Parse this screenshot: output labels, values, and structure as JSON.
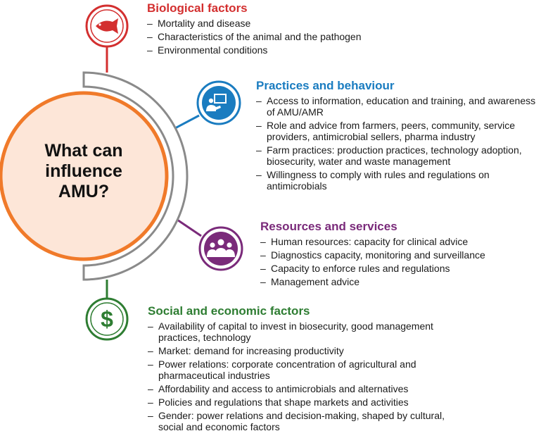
{
  "center": {
    "line1": "What can",
    "line2": "influence",
    "line3": "AMU?"
  },
  "colors": {
    "center_ring": "#f07a2a",
    "center_fill": "#fde6d8",
    "arc": "#8a8a8a",
    "biological": "#d32f2f",
    "practices": "#1a7cc0",
    "resources": "#7a2a7a",
    "social": "#2e7d32"
  },
  "sections": {
    "biological": {
      "icon": "fish-icon",
      "title": "Biological factors",
      "items": [
        "Mortality and disease",
        "Characteristics of the animal and the pathogen",
        "Environmental conditions"
      ]
    },
    "practices": {
      "icon": "presentation-icon",
      "title": "Practices and behaviour",
      "items": [
        "Access to information, education and training, and awareness of AMU/AMR",
        "Role and advice from farmers, peers, community, service providers, antimicrobial sellers, pharma industry",
        "Farm practices: production practices, technology adoption, biosecurity, water and waste management",
        "Willingness to comply with rules and regulations on antimicrobials"
      ]
    },
    "resources": {
      "icon": "people-group-icon",
      "title": "Resources and services",
      "items": [
        "Human resources: capacity for clinical advice",
        "Diagnostics capacity, monitoring and surveillance",
        "Capacity to enforce rules and regulations",
        "Management advice"
      ]
    },
    "social": {
      "icon": "dollar-icon",
      "title": "Social and economic factors",
      "items": [
        "Availability of capital to invest in biosecurity, good management practices, technology",
        "Market: demand for increasing productivity",
        "Power relations: corporate concentration of agricultural and pharmaceutical industries",
        "Affordability and access to antimicrobials and alternatives",
        "Policies and regulations that shape markets and activities",
        "Gender: power relations and decision-making, shaped by cultural, social and economic factors"
      ]
    }
  }
}
